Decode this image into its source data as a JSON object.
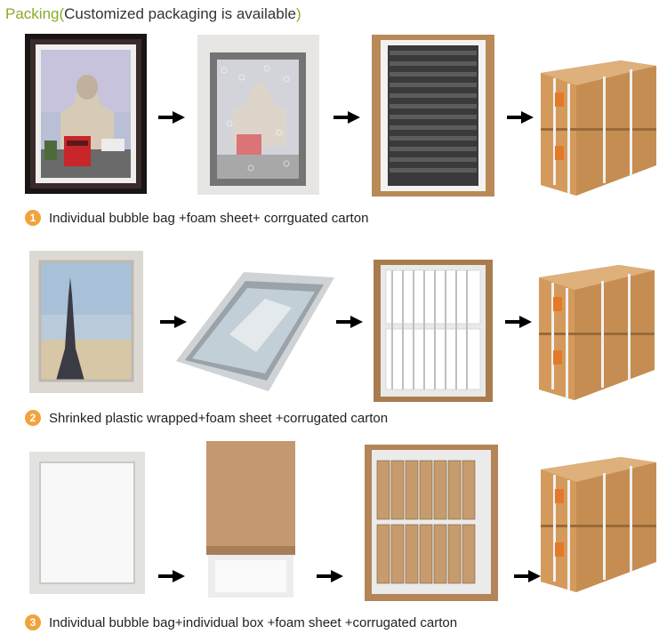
{
  "heading": {
    "prefix": "Packing(",
    "middle": "Customized packaging is available",
    "suffix": ")"
  },
  "steps": [
    {
      "number": "1",
      "caption": "Individual bubble bag +foam sheet+ corrguated carton"
    },
    {
      "number": "2",
      "caption": "Shrinked plastic wrapped+foam sheet +corrugated carton"
    },
    {
      "number": "3",
      "caption": "Individual bubble bag+individual box +foam sheet +corrugated carton"
    }
  ],
  "colors": {
    "accent_green": "#8bab28",
    "badge_orange": "#f1a33b",
    "carton": "#c08a4e"
  },
  "icons": [
    "arrow-right-icon",
    "number-badge-icon"
  ]
}
